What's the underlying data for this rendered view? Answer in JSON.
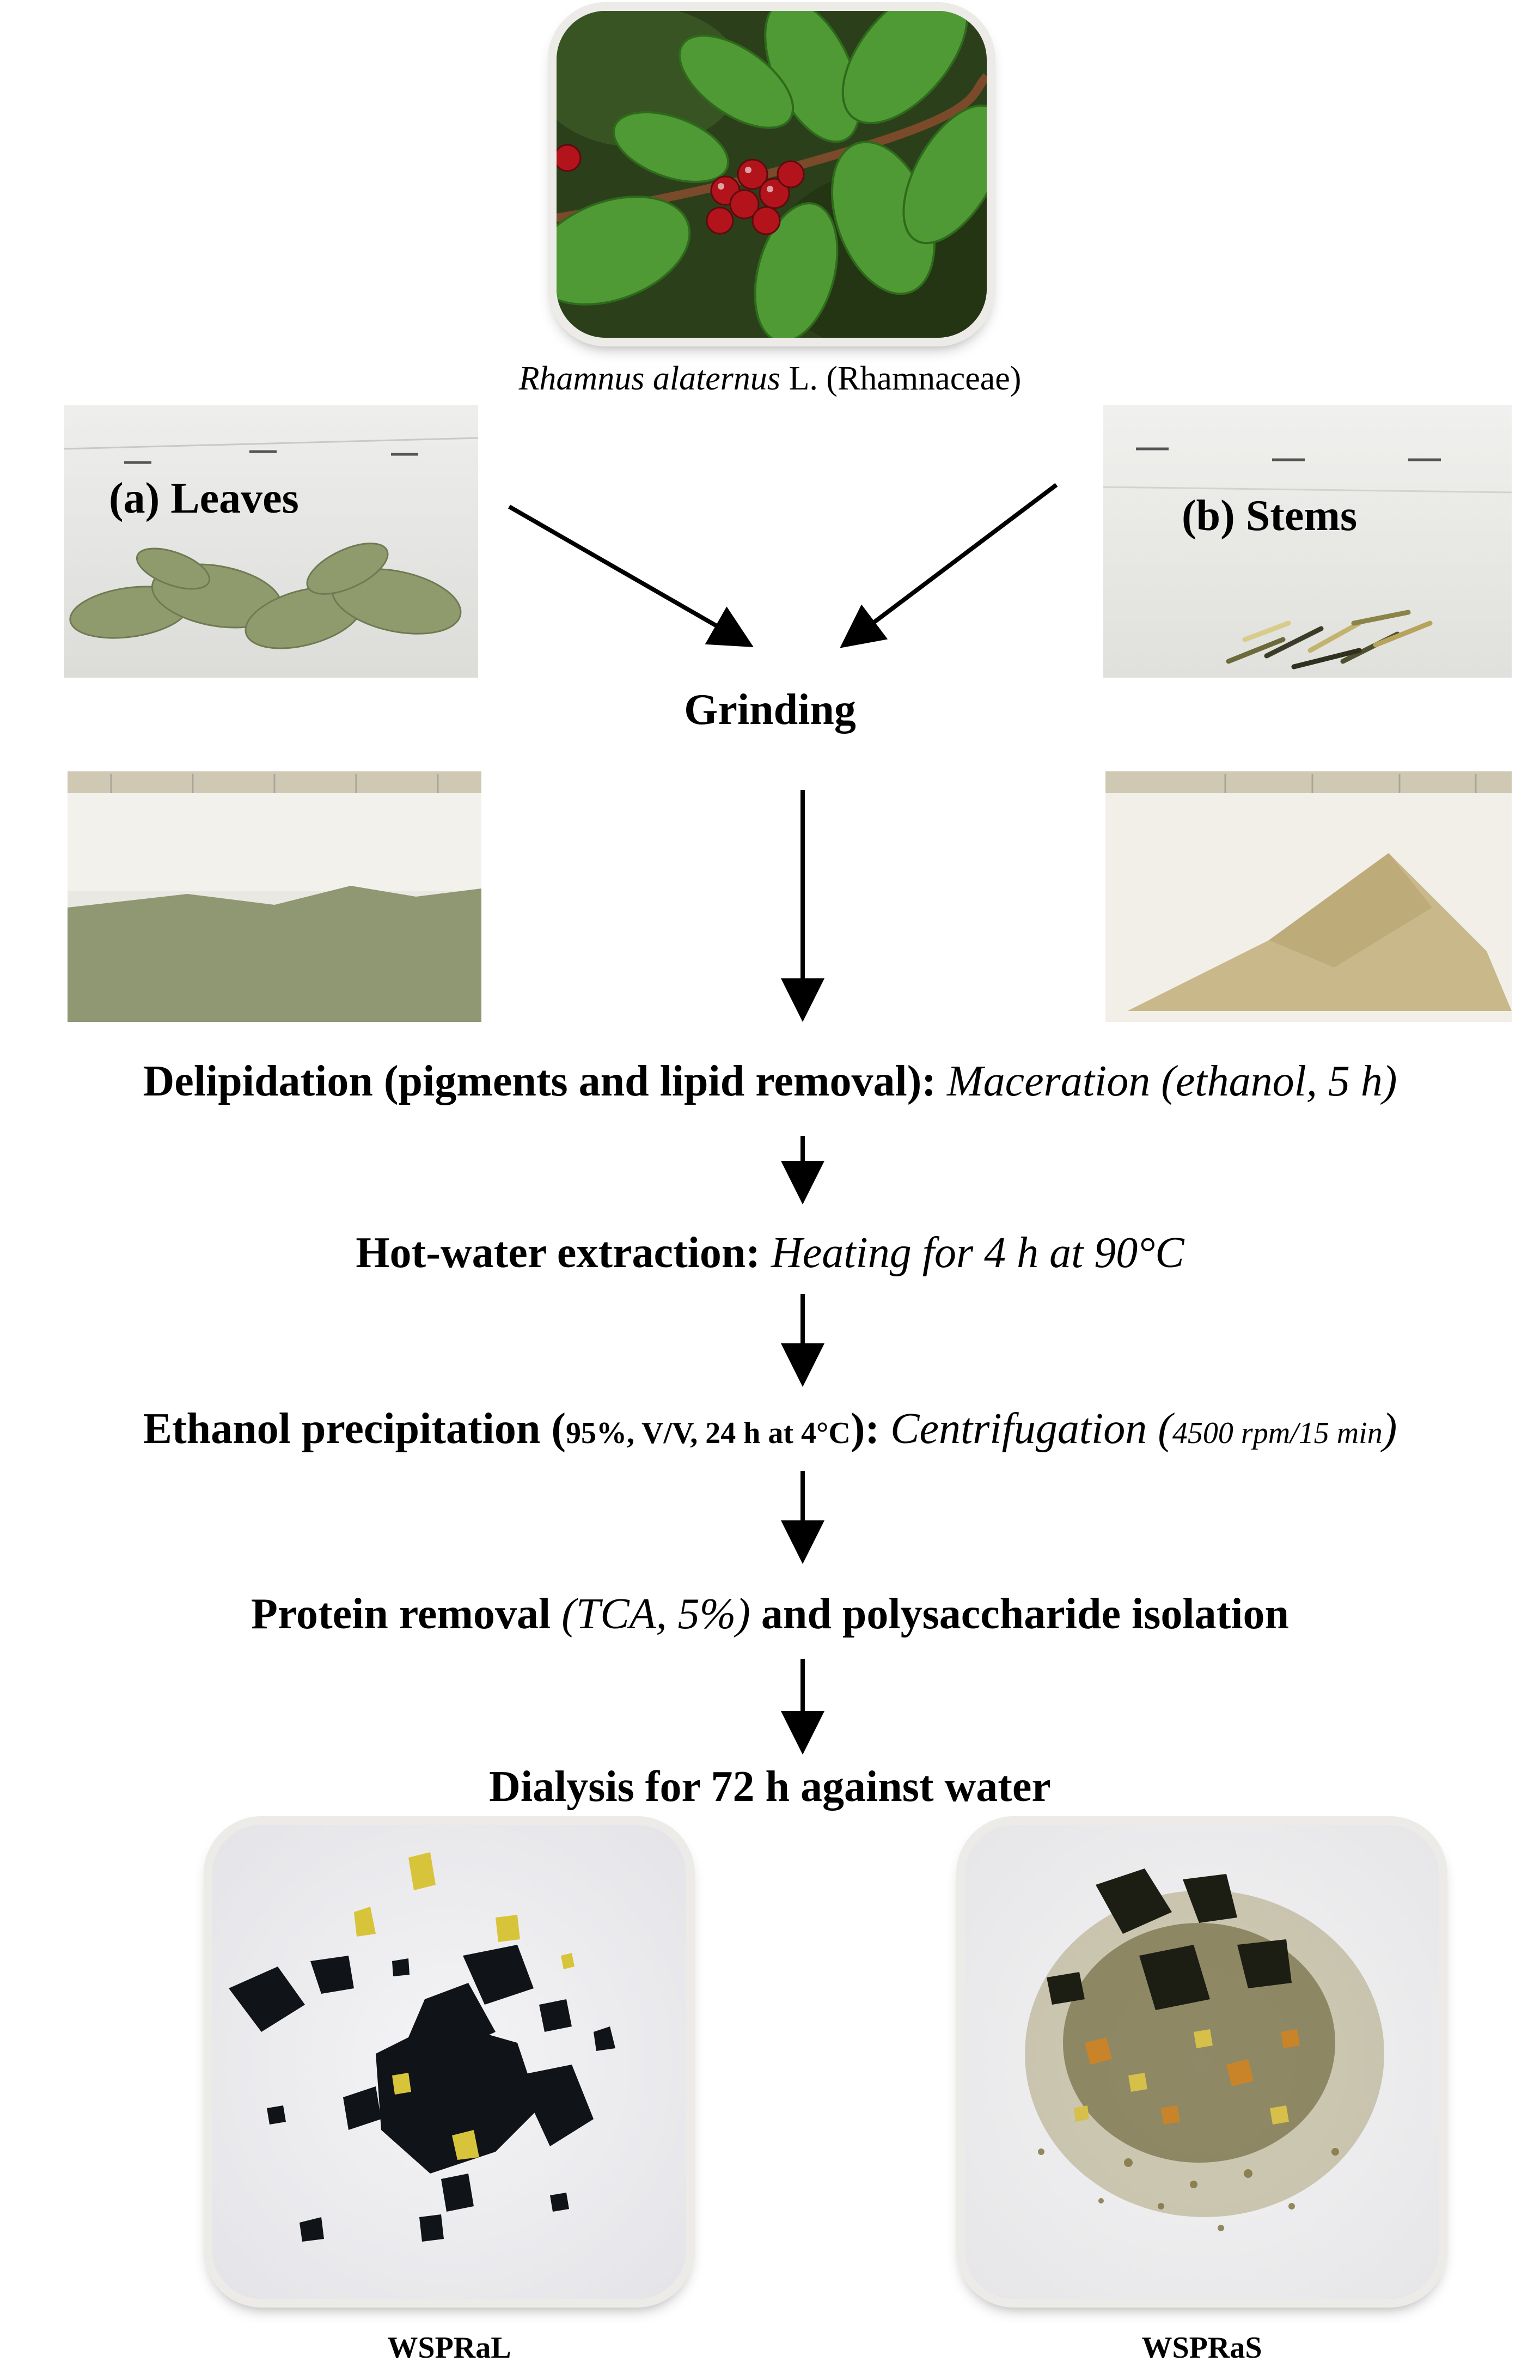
{
  "plant": {
    "caption_species": "Rhamnus alaternus",
    "caption_rest": " L. (Rhamnaceae)"
  },
  "samples": {
    "leaves_label": "(a)  Leaves",
    "stems_label": "(b) Stems"
  },
  "steps": {
    "grinding": "Grinding",
    "delipidation_bold": "Delipidation (pigments and lipid removal): ",
    "delipidation_italic": "Maceration (ethanol, 5 h)",
    "hotwater_bold": "Hot-water extraction: ",
    "hotwater_italic": "Heating for 4 h at 90°C",
    "ethanol_bold1": "Ethanol precipitation (",
    "ethanol_small": "95%, V/V, 24 h at 4°C",
    "ethanol_bold2": "): ",
    "ethanol_italic1": "Centrifugation (",
    "ethanol_italic_small": "4500 rpm/15 min",
    "ethanol_italic2": ")",
    "protein_bold1": "Protein removal ",
    "protein_italic": "(TCA, 5%)",
    "protein_bold2": " and polysaccharide isolation",
    "dialysis": "Dialysis for 72 h against water"
  },
  "products": {
    "left": "WSPRaL",
    "right": "WSPRaS"
  },
  "colors": {
    "berry": "#b3141c",
    "leaf": "#3f8a2c",
    "leaf_powder": "#8f9873",
    "stem_powder": "#c9b98a",
    "flake_dark": "#101418",
    "flake_yellow": "#d8c43a"
  }
}
